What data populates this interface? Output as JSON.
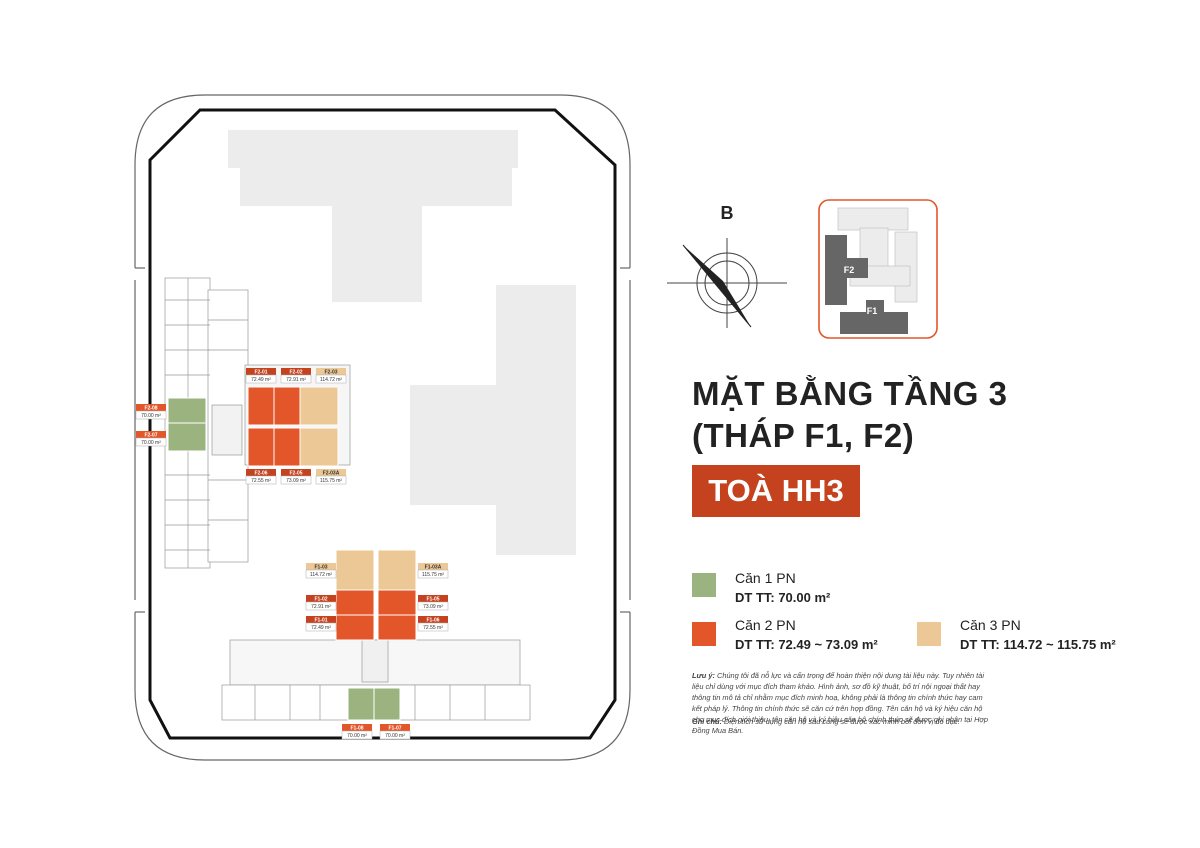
{
  "heading": {
    "line1": "MẶT BẰNG TẦNG 3",
    "line2": "(THÁP F1, F2)",
    "tower": "TOÀ HH3"
  },
  "compass": {
    "north_letter": "B"
  },
  "keymap": {
    "tower_a": "F2",
    "tower_b": "F1"
  },
  "legend": [
    {
      "type": "Căn 1 PN",
      "area": "DT TT:  70.00 m²",
      "color": "#9bb47f"
    },
    {
      "type": "Căn 2 PN",
      "area": "DT TT: 72.49 ~ 73.09 m²",
      "color": "#e2562a"
    },
    {
      "type": "Căn 3 PN",
      "area": "DT TT:  114.72 ~ 115.75 m²",
      "color": "#ecc896"
    }
  ],
  "notes": {
    "note_label": "Lưu ý:",
    "note_text": "Chúng tôi đã nỗ lực và cẩn trọng để hoàn thiện nội dung tài liệu này. Tuy nhiên tài liệu chỉ dùng với mục đích tham khảo. Hình ảnh, sơ đồ kỹ thuật, bố trí nội ngoại thất hay thông tin mô tả chỉ nhằm mục đích minh hoạ, không phải là thông tin chính thức hay cam kết pháp lý. Thông tin chính thức sẽ căn cứ trên hợp đồng. Tên căn hộ và ký hiệu căn hộ cho mục đích giới thiệu, tên căn hộ và ký hiệu căn hộ chính thức sẽ được ghi nhận tại Hợp Đồng Mua Bán.",
    "remark_label": "Ghi chú:",
    "remark_text": "Diện tích sử dụng căn hộ sau cùng sẽ được xác minh bởi đơn vị đo đạc."
  },
  "units": [
    {
      "code": "F2-01",
      "area": "72.49 m²",
      "type": "2PN"
    },
    {
      "code": "F2-02",
      "area": "72.91 m²",
      "type": "2PN"
    },
    {
      "code": "F2-03",
      "area": "114.72 m²",
      "type": "3PN"
    },
    {
      "code": "F2-06",
      "area": "72.55 m²",
      "type": "2PN"
    },
    {
      "code": "F2-05",
      "area": "73.09 m²",
      "type": "2PN"
    },
    {
      "code": "F2-03A",
      "area": "115.75 m²",
      "type": "3PN"
    },
    {
      "code": "F2-08",
      "area": "70.00 m²",
      "type": "1PN"
    },
    {
      "code": "F2-07",
      "area": "70.00 m²",
      "type": "1PN"
    },
    {
      "code": "F1-03",
      "area": "114.72 m²",
      "type": "3PN"
    },
    {
      "code": "F1-03A",
      "area": "115.75 m²",
      "type": "3PN"
    },
    {
      "code": "F1-02",
      "area": "72.91 m²",
      "type": "2PN"
    },
    {
      "code": "F1-05",
      "area": "73.09 m²",
      "type": "2PN"
    },
    {
      "code": "F1-01",
      "area": "72.49 m²",
      "type": "2PN"
    },
    {
      "code": "F1-06",
      "area": "72.55 m²",
      "type": "2PN"
    },
    {
      "code": "F1-08",
      "area": "70.00 m²",
      "type": "1PN"
    },
    {
      "code": "F1-07",
      "area": "70.00 m²",
      "type": "1PN"
    }
  ]
}
